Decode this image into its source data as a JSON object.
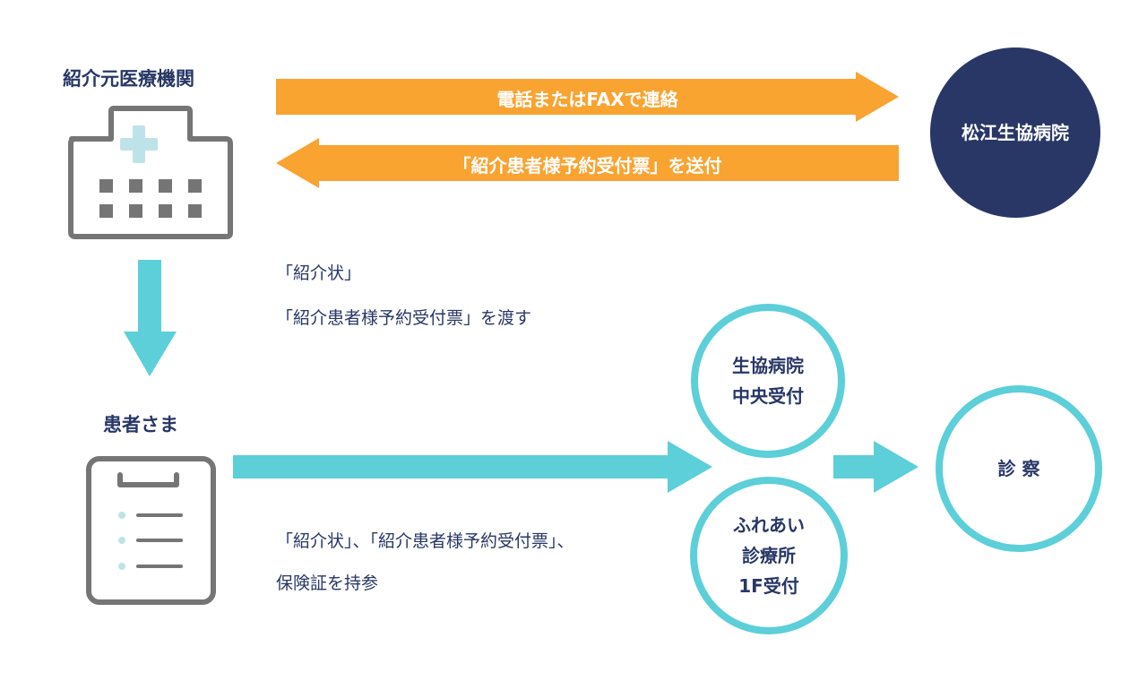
{
  "referrer": {
    "title": "紹介元医療機関",
    "icon": "hospital-icon"
  },
  "arrows": {
    "contact": "電話またはFAXで連絡",
    "send_back": "「紹介患者様予約受付票」を送付"
  },
  "hospital": {
    "name": "松江生協病院"
  },
  "handover": {
    "line1": "「紹介状」",
    "line2": "「紹介患者様予約受付票」を渡す"
  },
  "patient": {
    "title": "患者さま",
    "icon": "clipboard-icon"
  },
  "bring": {
    "line1": "「紹介状」、「紹介患者様予約受付票」、",
    "line2": "保険証を持参"
  },
  "reception_central": {
    "line1": "生協病院",
    "line2": "中央受付"
  },
  "reception_fureai": {
    "line1": "ふれあい",
    "line2": "診療所",
    "line3": "1F受付"
  },
  "exam": {
    "label": "診 察"
  },
  "colors": {
    "navy": "#283766",
    "orange": "#f9a331",
    "teal": "#5ccfd9",
    "gray": "#757575",
    "lightblue": "#bde3e8"
  }
}
